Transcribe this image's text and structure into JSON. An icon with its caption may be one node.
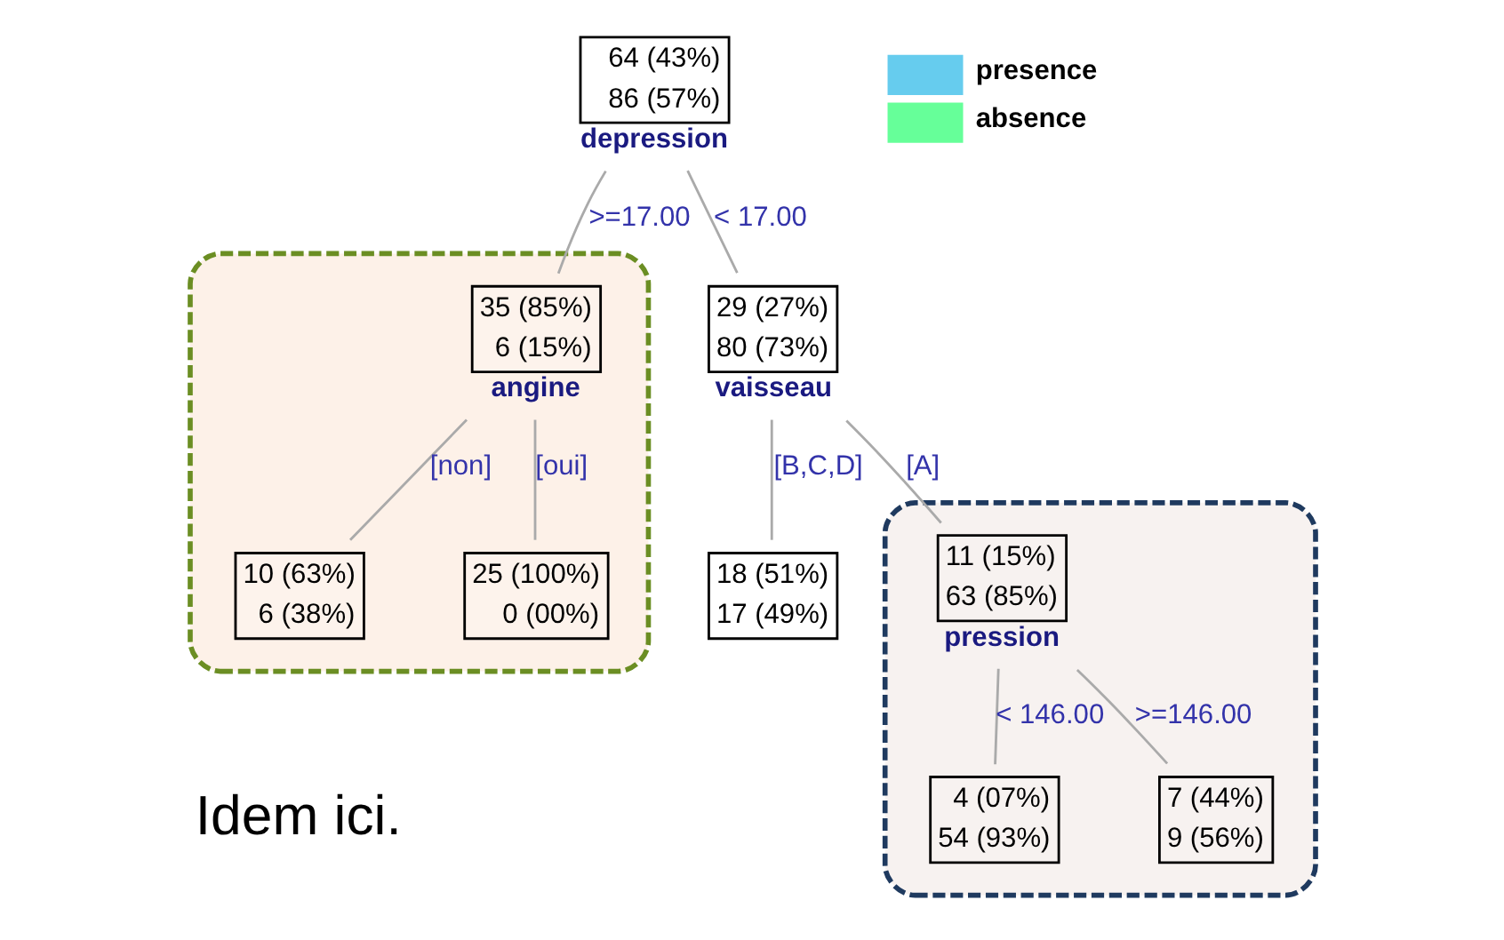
{
  "diagram": {
    "nodes": [
      {
        "text": [
          "64 (43%)",
          "86 (57%)"
        ],
        "beside": [
          "depression"
        ]
      },
      {
        "text": [
          "29 (27%)",
          "80 (73%)"
        ],
        "beside": [
          "vaisseau"
        ]
      },
      {
        "text": [
          "18 (51%)",
          "17 (49%)"
        ]
      },
      {
        "text": [],
        "shape": "cloud"
      },
      {
        "text": [
          "11 (15%)",
          "63 (85%)"
        ],
        "beside": [
          "pression"
        ],
        "in": 3
      },
      {
        "text": [
          "4 (07%)",
          "54 (93%)"
        ],
        "in": 3
      },
      {
        "text": [
          "7 (44%)",
          "9 (56%)"
        ],
        "in": 3
      },
      {
        "text": [],
        "shape": "cloud"
      },
      {
        "text": [
          "35 (85%)",
          "6 (15%)"
        ],
        "beside": [
          "angine"
        ],
        "in": 7
      },
      {
        "text": [
          "10 (63%)",
          "6 (38%)"
        ],
        "in": 7
      },
      {
        "text": [
          "25 (100%)",
          "0 (00%)"
        ],
        "in": 7
      }
    ],
    "edges": [
      {
        "from": 0,
        "to": 1,
        "arrow": "none",
        "label": "< 17.00"
      },
      {
        "from": 0,
        "to": 8,
        "arrow": "none",
        "label": ">=17.00"
      },
      {
        "from": 1,
        "to": 2,
        "arrow": "none",
        "label": "[B,C,D]"
      },
      {
        "from": 1,
        "to": 4,
        "arrow": "none",
        "label": "[A]"
      },
      {
        "from": 4,
        "to": 5,
        "arrow": "none",
        "label": "< 146.00"
      },
      {
        "from": 4,
        "to": 6,
        "arrow": "none",
        "label": ">=146.00"
      },
      {
        "from": 8,
        "to": 9,
        "arrow": "none",
        "label": "[non]"
      },
      {
        "from": 8,
        "to": 10,
        "arrow": "none",
        "label": "[oui]"
      }
    ],
    "labels": [
      "Idem ici."
    ],
    "legend": [
      {
        "text": "presence",
        "color": "#66ccee"
      },
      {
        "text": "absence",
        "color": "#66ff99"
      }
    ]
  }
}
